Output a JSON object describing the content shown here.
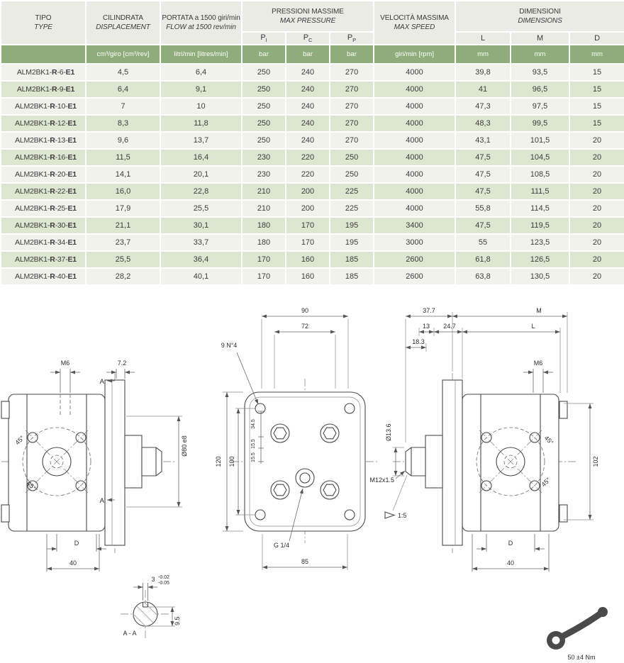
{
  "colors": {
    "header_bg": "#ebebe5",
    "units_bg": "#8fac7b",
    "row_light": "#f2f2ec",
    "row_green": "#dce6d0",
    "text": "#3c3c3c"
  },
  "table": {
    "headers": {
      "tipo": {
        "line1": "TIPO",
        "line2": "TYPE"
      },
      "cilindrata": {
        "line1": "CILINDRATA",
        "line2": "DISPLACEMENT"
      },
      "portata": {
        "line1": "PORTATA a 1500 giri/min",
        "line2": "FLOW at 1500 rev/min"
      },
      "pressioni": {
        "line1": "PRESSIONI MASSIME",
        "line2": "MAX PRESSURE"
      },
      "velocita": {
        "line1": "VELOCITÀ MASSIMA",
        "line2": "MAX SPEED"
      },
      "dimensioni": {
        "line1": "DIMENSIONI",
        "line2": "DIMENSIONS"
      },
      "p_subs": [
        {
          "base": "P",
          "sub": "I"
        },
        {
          "base": "P",
          "sub": "C"
        },
        {
          "base": "P",
          "sub": "P"
        }
      ],
      "dim_subs": [
        "L",
        "M",
        "D"
      ]
    },
    "units": {
      "cilindrata": "cm³/giro [cm³/rev]",
      "portata": "litri/min [litres/min]",
      "pi": "bar",
      "pc": "bar",
      "pp": "bar",
      "velocita": "giri/min [rpm]",
      "l": "mm",
      "m": "mm",
      "d": "mm"
    },
    "rows": [
      [
        "ALM2BK1-R-6-E1",
        "4,5",
        "6,4",
        "250",
        "240",
        "270",
        "4000",
        "39,8",
        "93,5",
        "15"
      ],
      [
        "ALM2BK1-R-9-E1",
        "6,4",
        "9,1",
        "250",
        "240",
        "270",
        "4000",
        "41",
        "96,5",
        "15"
      ],
      [
        "ALM2BK1-R-10-E1",
        "7",
        "10",
        "250",
        "240",
        "270",
        "4000",
        "47,3",
        "97,5",
        "15"
      ],
      [
        "ALM2BK1-R-12-E1",
        "8,3",
        "11,8",
        "250",
        "240",
        "270",
        "4000",
        "48,3",
        "99,5",
        "15"
      ],
      [
        "ALM2BK1-R-13-E1",
        "9,6",
        "13,7",
        "250",
        "240",
        "270",
        "4000",
        "43,1",
        "101,5",
        "20"
      ],
      [
        "ALM2BK1-R-16-E1",
        "11,5",
        "16,4",
        "230",
        "220",
        "250",
        "4000",
        "47,5",
        "104,5",
        "20"
      ],
      [
        "ALM2BK1-R-20-E1",
        "14,1",
        "20,1",
        "230",
        "220",
        "250",
        "4000",
        "47,5",
        "108,5",
        "20"
      ],
      [
        "ALM2BK1-R-22-E1",
        "16,0",
        "22,8",
        "210",
        "200",
        "225",
        "4000",
        "47,5",
        "111,5",
        "20"
      ],
      [
        "ALM2BK1-R-25-E1",
        "17,9",
        "25,5",
        "210",
        "200",
        "225",
        "4000",
        "55,8",
        "114,5",
        "20"
      ],
      [
        "ALM2BK1-R-30-E1",
        "21,1",
        "30,1",
        "180",
        "170",
        "195",
        "3400",
        "47,5",
        "119,5",
        "20"
      ],
      [
        "ALM2BK1-R-34-E1",
        "23,7",
        "33,7",
        "180",
        "170",
        "195",
        "3000",
        "55",
        "123,5",
        "20"
      ],
      [
        "ALM2BK1-R-37-E1",
        "25,5",
        "36,4",
        "170",
        "160",
        "185",
        "2600",
        "61,8",
        "126,5",
        "20"
      ],
      [
        "ALM2BK1-R-40-E1",
        "28,2",
        "40,1",
        "170",
        "160",
        "185",
        "2600",
        "63,8",
        "130,5",
        "20"
      ]
    ]
  },
  "drawings": {
    "left_view": {
      "m6": "M6",
      "dim_7_2": "7.2",
      "section_a_top": "A",
      "section_a_bottom": "A",
      "dia_80": "Ø80 e8",
      "angle_1": "45°",
      "angle_2": "45°",
      "dim_d": "D",
      "dim_40": "40"
    },
    "front_view": {
      "dim_90": "90",
      "dim_72": "72",
      "holes": "9 N°4",
      "dim_120": "120",
      "dim_100": "100",
      "dim_34_5": "34.5",
      "dim_15_5_a": "15.5",
      "dim_15_5_b": "15.5",
      "port": "G 1/4",
      "dim_85": "85"
    },
    "right_view": {
      "dim_37_7": "37.7",
      "dim_m": "M",
      "dim_13": "13",
      "dim_24_7": "24.7",
      "dim_l": "L",
      "dim_18_3": "18.3",
      "m6": "M6",
      "dia_13_6": "Ø13.6",
      "thread": "M12x1.5",
      "dim_102": "102",
      "angle_1": "45°",
      "angle_2": "45°",
      "taper": "1:5",
      "dim_d": "D",
      "dim_40": "40"
    },
    "section_aa": {
      "key_width": "3",
      "tol_upper": "-0.02",
      "tol_lower": "-0.05",
      "dim_9_5": "9.5",
      "label": "A - A"
    },
    "torque": {
      "label": "50 ±4 Nm"
    }
  }
}
